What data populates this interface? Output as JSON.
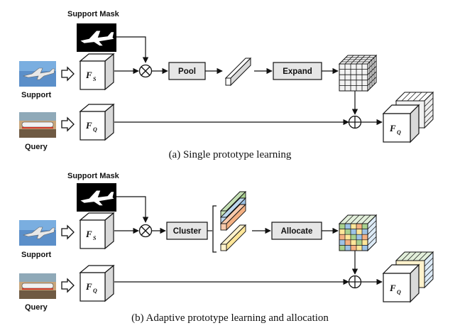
{
  "panel_a": {
    "support_mask_label": "Support Mask",
    "support_label": "Support",
    "query_label": "Query",
    "feature_support": {
      "main": "F",
      "sub": "S"
    },
    "feature_query": {
      "main": "F",
      "sub": "Q"
    },
    "pool_label": "Pool",
    "expand_label": "Expand",
    "output_feature": {
      "main": "F",
      "sub": "Q"
    },
    "caption": "(a) Single prototype learning"
  },
  "panel_b": {
    "support_mask_label": "Support Mask",
    "support_label": "Support",
    "query_label": "Query",
    "feature_support": {
      "main": "F",
      "sub": "S"
    },
    "feature_query": {
      "main": "F",
      "sub": "Q"
    },
    "cluster_label": "Cluster",
    "allocate_label": "Allocate",
    "output_feature": {
      "main": "F",
      "sub": "Q"
    },
    "caption": "(b) Adaptive prototype learning and allocation"
  },
  "colors": {
    "box_fill": "#e6e6e6",
    "cube_front": "#ffffff",
    "cube_side": "#d9d9d9",
    "proto_green": "#a9d18e",
    "proto_blue": "#9dc3e6",
    "proto_orange": "#f4b183",
    "proto_yellow": "#ffe699"
  }
}
